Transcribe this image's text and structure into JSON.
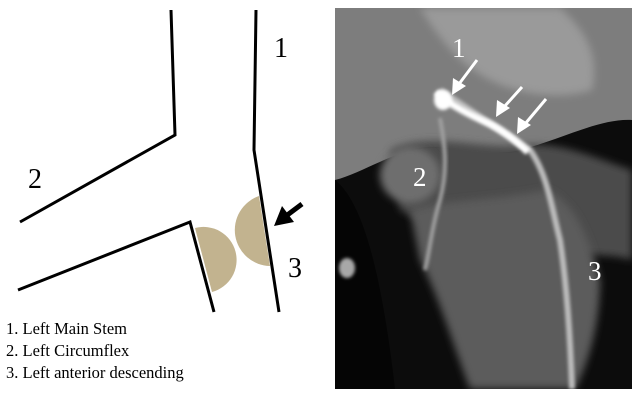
{
  "diagram": {
    "labels": {
      "main_stem": "1",
      "circumflex": "2",
      "lad": "3"
    },
    "plaque_color": "#c2b38f"
  },
  "ct_image": {
    "labels": {
      "main_stem": "1",
      "circumflex": "2",
      "lad": "3"
    },
    "arrow_count": 3
  },
  "legend": {
    "items": [
      "1. Left Main Stem",
      "2. Left Circumflex",
      "3. Left anterior descending"
    ]
  }
}
